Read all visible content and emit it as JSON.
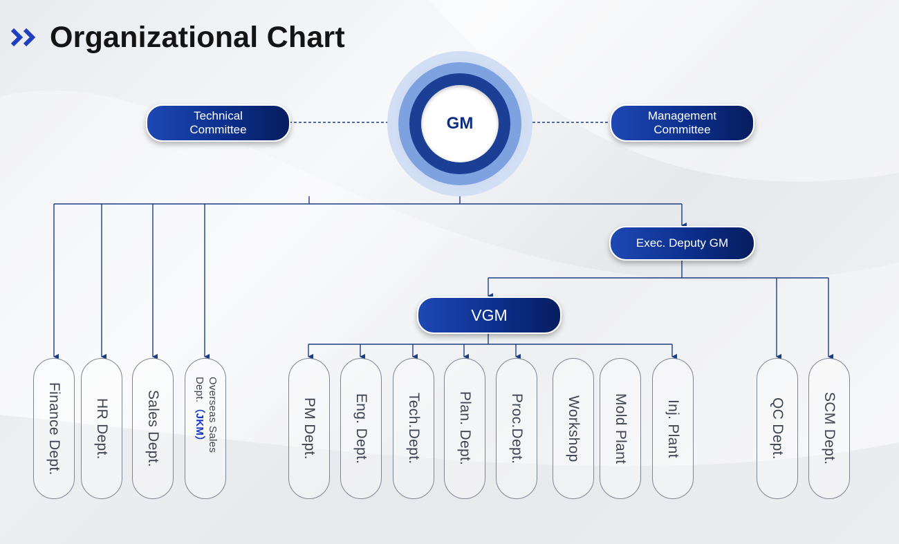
{
  "title": "Organizational Chart",
  "colors": {
    "primary": "#0b2f8d",
    "line": "#1b3c82",
    "dept_border": "#7c8594"
  },
  "icons": {
    "title": "double-chevron-right-icon"
  },
  "gm": {
    "label": "GM"
  },
  "committees": {
    "technical": {
      "line1": "Technical",
      "line2": "Committee"
    },
    "management": {
      "line1": "Management",
      "line2": "Committee"
    }
  },
  "exec_deputy": {
    "label": "Exec. Deputy GM"
  },
  "vgm": {
    "label": "VGM"
  },
  "departments": [
    {
      "label": "Finance Dept."
    },
    {
      "label": "HR Dept."
    },
    {
      "label": "Sales Dept."
    },
    {
      "label": "Overseas Sales Dept.",
      "tag": "（JKM）"
    },
    {
      "label": "PM Dept."
    },
    {
      "label": "Eng. Dept."
    },
    {
      "label": "Tech.Dept."
    },
    {
      "label": "Plan. Dept."
    },
    {
      "label": "Proc.Dept."
    },
    {
      "label": "Workshop"
    },
    {
      "label": "Mold Plant"
    },
    {
      "label": "Inj. Plant"
    },
    {
      "label": "QC Dept."
    },
    {
      "label": "SCM Dept."
    }
  ]
}
